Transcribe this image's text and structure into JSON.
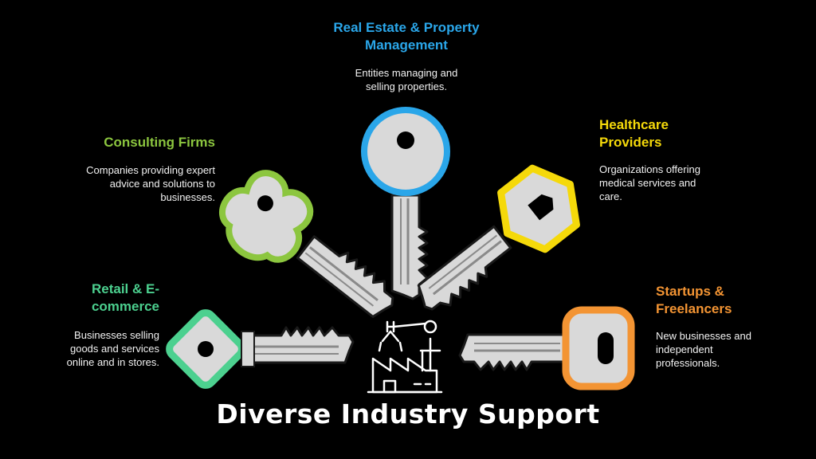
{
  "title": "Diverse Industry Support",
  "colors": {
    "background": "#000000",
    "key_body": "#d9d9d9",
    "key_outline": "#1a1a1a",
    "icon": "#ffffff"
  },
  "center_icon": "factory-robot-arm-icon",
  "segments": [
    {
      "id": "real-estate",
      "title": "Real Estate & Property Management",
      "description": "Entities managing and selling properties.",
      "color": "#2aa6e9"
    },
    {
      "id": "consulting",
      "title": "Consulting Firms",
      "description": "Companies providing expert advice and solutions to businesses.",
      "color": "#8cc63f"
    },
    {
      "id": "healthcare",
      "title": "Healthcare Providers",
      "description": "Organizations offering medical services and care.",
      "color": "#f5d90a"
    },
    {
      "id": "retail",
      "title": "Retail & E-commerce",
      "description": "Businesses selling goods and services online and in stores.",
      "color": "#4cd08f"
    },
    {
      "id": "startups",
      "title": "Startups & Freelancers",
      "description": "New businesses and independent professionals.",
      "color": "#f39433"
    }
  ]
}
